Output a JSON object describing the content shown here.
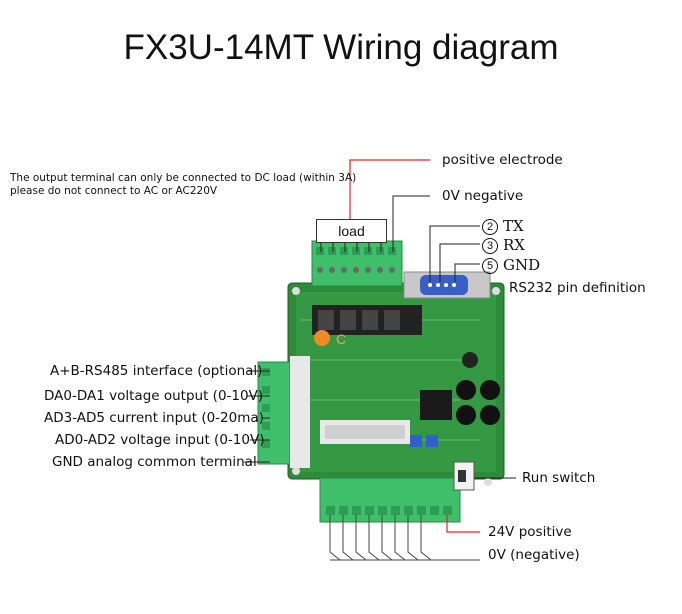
{
  "title": "FX3U-14MT Wiring diagram",
  "warning": {
    "line1": "The output terminal can only be connected to DC load (within 3A)",
    "line2": "please do not connect to AC or AC220V"
  },
  "labels": {
    "positive_electrode": "positive electrode",
    "ov_negative": "0V negative",
    "load": "load",
    "rs232": "RS232 pin definition",
    "rs485": "A+B-RS485 interface (optional)",
    "da_output": "DA0-DA1 voltage output (0-10V)",
    "ad_current": "AD3-AD5 current input (0-20ma)",
    "ad_voltage": "AD0-AD2 voltage input (0-10V)",
    "gnd_analog": "GND analog common terminal",
    "run_switch": "Run switch",
    "v24_positive": "24V positive",
    "ov_neg_bottom": "0V (negative)"
  },
  "pins": [
    {
      "num": "2",
      "name": "TX"
    },
    {
      "num": "3",
      "name": "RX"
    },
    {
      "num": "5",
      "name": "GND"
    }
  ],
  "colors": {
    "accent_red": "#e0262b",
    "board_green": "#2e8b3a",
    "terminal_green": "#3fbf6a"
  }
}
